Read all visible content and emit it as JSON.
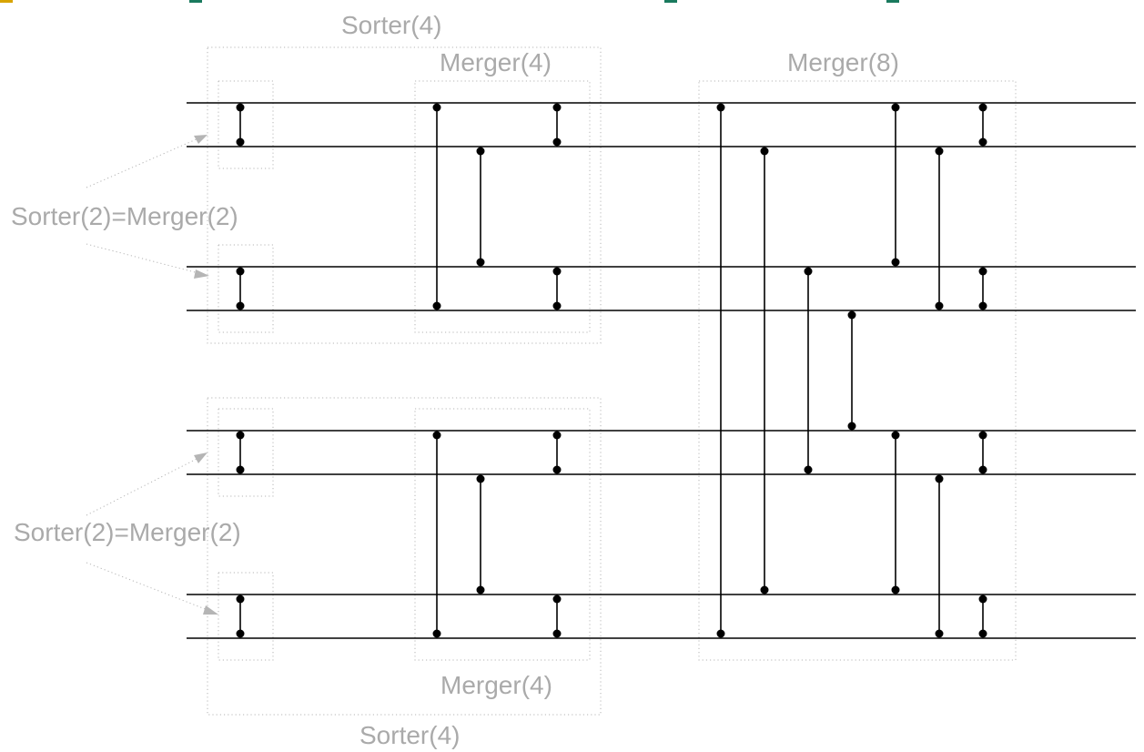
{
  "labels": {
    "sorter_top": "Sorter(4)",
    "sorter_bottom": "Sorter(4)",
    "merger4_top": "Merger(4)",
    "merger4_bottom": "Merger(4)",
    "merger8": "Merger(8)",
    "sorter2_top": "Sorter(2)=Merger(2)",
    "sorter2_bottom": "Sorter(2)=Merger(2)"
  },
  "colors": {
    "wire": "#000000",
    "label": "#aaaaaa",
    "box": "#b5b5b5",
    "top_edge_fragment_1": "#d8a400",
    "top_edge_fragment_2": "#1a7a5e"
  }
}
